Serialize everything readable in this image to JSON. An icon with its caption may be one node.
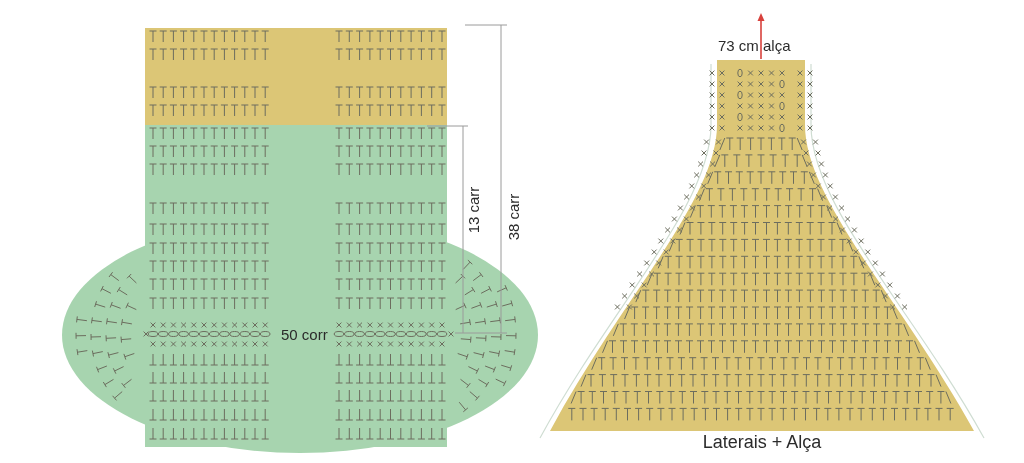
{
  "diagram": {
    "labels": [
      "38 carr",
      "13 carr",
      "50 corr",
      "73 cm alça",
      "Laterais + Alça"
    ]
  }
}
